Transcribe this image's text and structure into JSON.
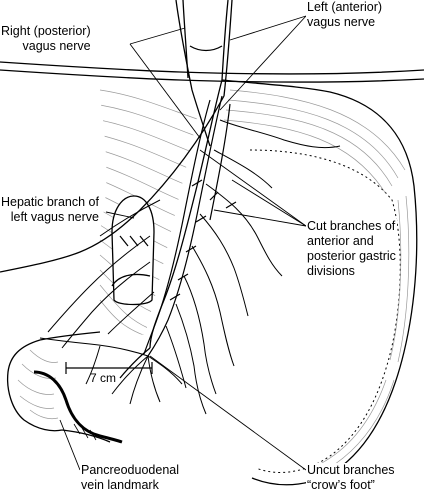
{
  "labels": {
    "right_vagus": [
      "Right (posterior)",
      "vagus nerve"
    ],
    "left_vagus": [
      "Left (anterior)",
      "vagus nerve"
    ],
    "hepatic": [
      "Hepatic branch of",
      "left vagus nerve"
    ],
    "cut_branches": [
      "Cut branches of",
      "anterior and",
      "posterior gastric",
      "divisions"
    ],
    "pancreoduodenal": [
      "Pancreoduodenal",
      "vein landmark"
    ],
    "uncut_branches": [
      "Uncut branches",
      "“crow’s foot”"
    ],
    "scale": "7 cm"
  },
  "colors": {
    "ink": "#000000",
    "hatch": "#9a9a9a",
    "background": "#ffffff"
  }
}
